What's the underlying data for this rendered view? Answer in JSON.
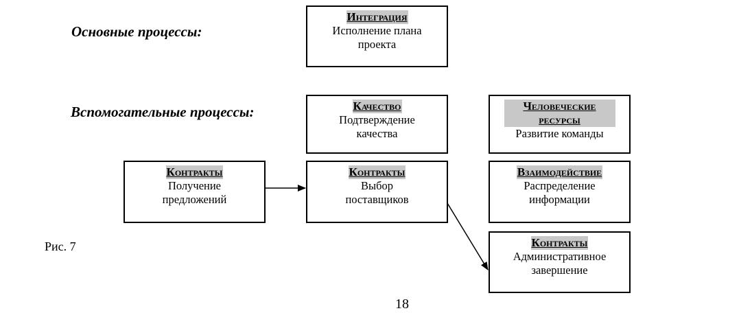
{
  "labels": {
    "main": "Основные процессы:",
    "auxiliary": "Вспомогательные процессы:"
  },
  "boxes": {
    "integration": {
      "title": "Интеграция",
      "body": "Исполнение плана проекта"
    },
    "quality": {
      "title": "Качество",
      "body": "Подтверждение качества"
    },
    "hr": {
      "title": "Человеческие ресурсы",
      "body": "Развитие команды"
    },
    "contracts_proposals": {
      "title": "Контракты",
      "body": "Получение предложений"
    },
    "contracts_suppliers": {
      "title": "Контракты",
      "body": "Выбор поставщиков"
    },
    "communication": {
      "title": "Взаимодействие",
      "body": "Распределение информации"
    },
    "contracts_closeout": {
      "title": "Контракты",
      "body": "Административное завершение"
    }
  },
  "caption": "Рис. 7",
  "page_number": "18"
}
